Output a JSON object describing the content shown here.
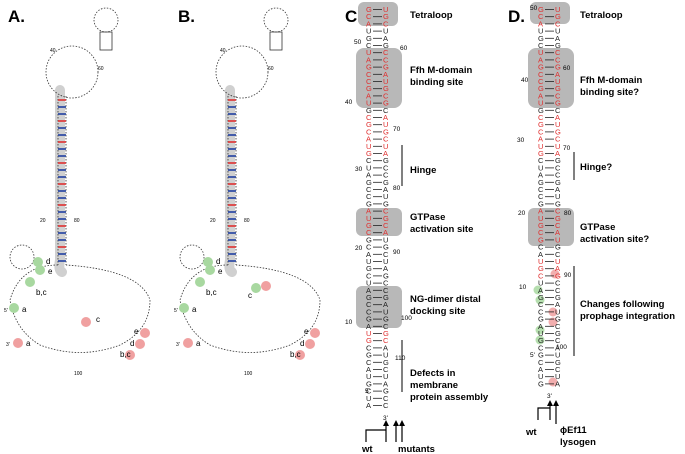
{
  "panels": {
    "a": {
      "letter": "A."
    },
    "b": {
      "letter": "B."
    },
    "c": {
      "letter": "C.",
      "regions": {
        "tetraloop": "Tetraloop",
        "ffh_line1": "Ffh M-domain",
        "ffh_line2": "binding site",
        "hinge": "Hinge",
        "gtpase_line1": "GTPase",
        "gtpase_line2": "activation site",
        "ng_line1": "NG-dimer distal",
        "ng_line2": "docking site",
        "defects_line1": "Defects in",
        "defects_line2": "membrane",
        "defects_line3": "protein assembly"
      },
      "bottom": {
        "wt": "wt",
        "mutants": "mutants"
      },
      "numbers": {
        "n50": "50",
        "n60": "60",
        "n40": "40",
        "n70": "70",
        "n30": "30",
        "n80": "80",
        "n20": "20",
        "n90": "90",
        "n10": "10",
        "n100": "100",
        "n110": "110",
        "five": "5'",
        "three": "3'"
      }
    },
    "d": {
      "letter": "D.",
      "regions": {
        "tetraloop": "Tetraloop",
        "ffh_line1": "Ffh M-domain",
        "ffh_line2": "binding site?",
        "hinge": "Hinge?",
        "gtpase_line1": "GTPase",
        "gtpase_line2": "activation site?",
        "changes_line1": "Changes following",
        "changes_line2": "prophage integration"
      },
      "bottom": {
        "wt": "wt",
        "lysogen_line1": "ϕEf11",
        "lysogen_line2": "lysogen"
      },
      "numbers": {
        "n50": "50",
        "n60": "60",
        "n40": "40",
        "n70": "70",
        "n30": "30",
        "n80": "80",
        "n20": "20",
        "n90": "90",
        "n10": "10",
        "n100": "100",
        "five": "5'",
        "three": "3'"
      }
    },
    "ab_markers": {
      "a": "a",
      "b_c": "b,c",
      "c": "c",
      "d": "d",
      "e": "e",
      "five": "5'",
      "three": "3'",
      "n40": "40",
      "n60": "60",
      "n20": "20",
      "n80": "80",
      "n100": "100"
    }
  },
  "colors": {
    "red_nt": "#e03030",
    "gray_box": "#b8b8b8",
    "red_circle": "#f0a0a0",
    "green_circle": "#a8d8a0"
  }
}
